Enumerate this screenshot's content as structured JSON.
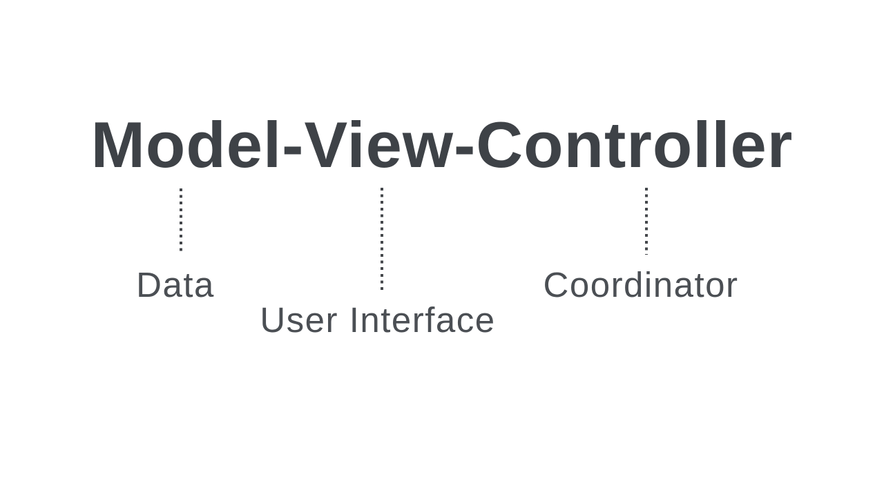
{
  "diagram": {
    "title": "Model-View-Controller",
    "annotations": [
      {
        "term": "Model",
        "meaning": "Data"
      },
      {
        "term": "View",
        "meaning": "User Interface"
      },
      {
        "term": "Controller",
        "meaning": "Coordinator"
      }
    ],
    "connector_style": "vertical-dotted-line",
    "colors": {
      "background": "#ffffff",
      "title_text": "#3e4247",
      "label_text": "#4b4f54",
      "connector_dots": "#45484c"
    }
  }
}
